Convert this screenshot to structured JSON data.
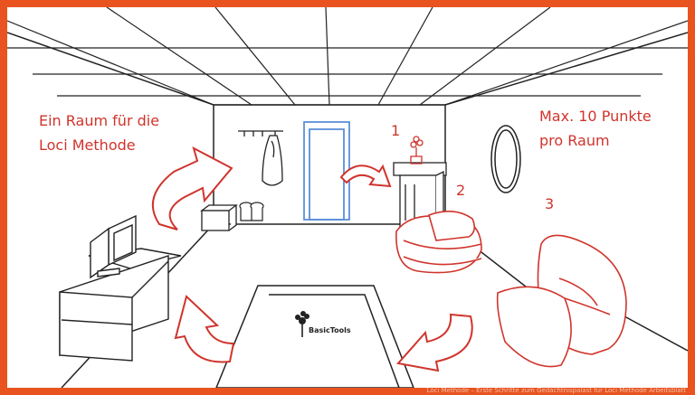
{
  "annotations": {
    "title_line1": "Ein Raum für die",
    "title_line2": "Loci Methode",
    "max_line1": "Max. 10 Punkte",
    "max_line2": "pro Raum",
    "num1": "1",
    "num2": "2",
    "num3": "3"
  },
  "logo": {
    "text": "BasicTools"
  },
  "caption": "Loci Methode – Erste Schritte zum Gedächtnispalast für Loci Methode Arbeitsblatt",
  "colors": {
    "frame": "#e8531f",
    "accent": "#d0342c",
    "door": "#5b8fd9",
    "line": "#222222"
  }
}
